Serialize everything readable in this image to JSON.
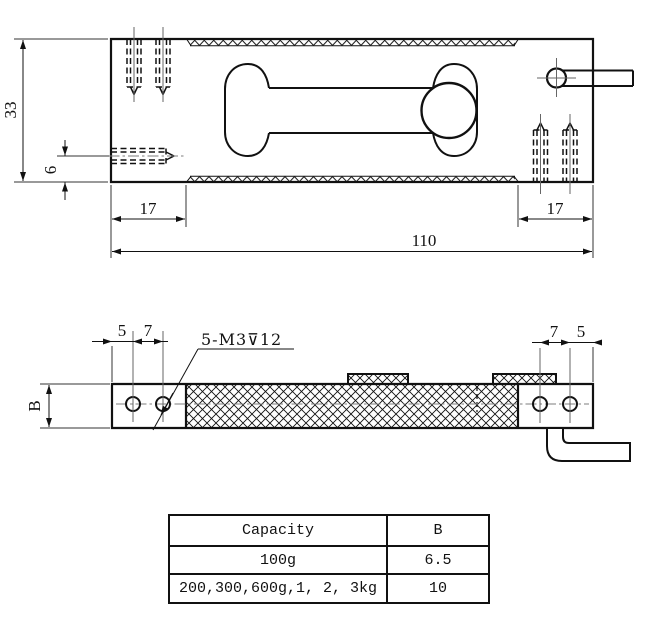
{
  "top_view": {
    "dim_height": "33",
    "dim_hole_offset": "6",
    "dim_left_clamp": "17",
    "dim_right_clamp": "17",
    "dim_total_length": "110"
  },
  "side_view": {
    "dim_edge_left": "5",
    "dim_pitch_left": "7",
    "dim_pitch_right": "7",
    "dim_edge_right": "5",
    "dim_body_height": "B",
    "thread_callout": "5-M3⊽12"
  },
  "spec_table": {
    "headers": [
      "Capacity",
      "B"
    ],
    "rows": [
      {
        "capacity": "100g",
        "b": "6.5"
      },
      {
        "capacity": "200,300,600g,1, 2, 3kg",
        "b": "10"
      }
    ]
  },
  "colors": {
    "line": "#111111",
    "centerline": "#7d7d7d",
    "background": "#ffffff"
  }
}
